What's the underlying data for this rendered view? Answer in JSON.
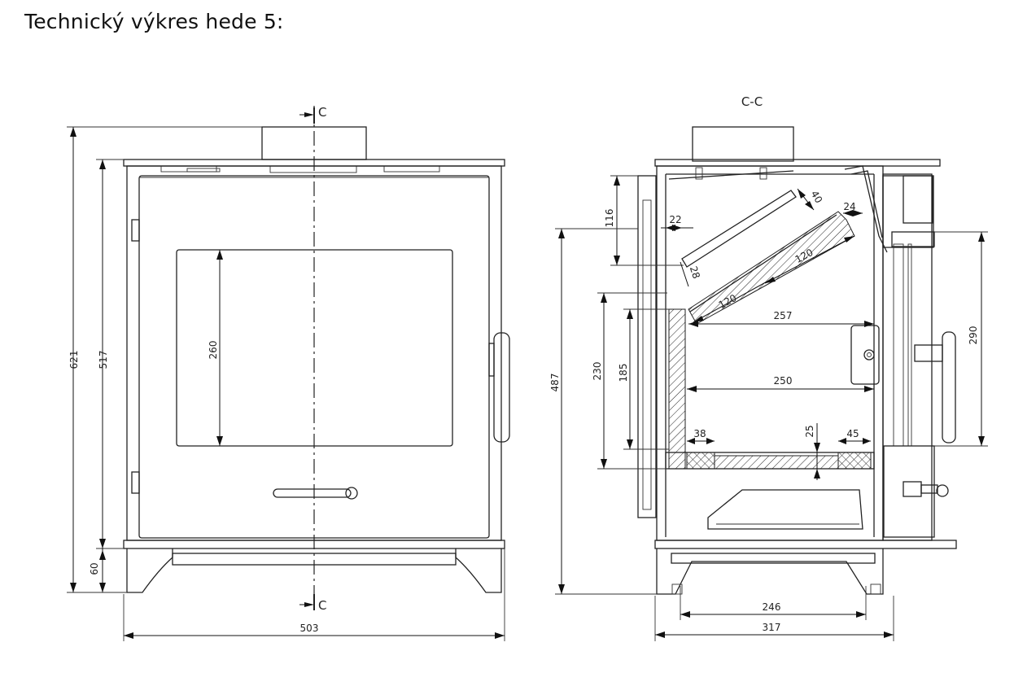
{
  "title": "Technický výkres hede 5:",
  "front_view": {
    "section_marker_top": "C",
    "section_marker_bottom": "C",
    "dimensions": {
      "overall_height": "621",
      "body_height": "517",
      "leg_height": "60",
      "glass_height": "260",
      "overall_width": "503"
    }
  },
  "section_view": {
    "section_label": "C-C",
    "dimensions": {
      "d116": "116",
      "d22": "22",
      "d40": "40",
      "d24": "24",
      "d28": "28",
      "d120a": "120",
      "d120b": "120",
      "d257": "257",
      "d487": "487",
      "d230": "230",
      "d185": "185",
      "d250": "250",
      "d290": "290",
      "d38": "38",
      "d25": "25",
      "d45": "45",
      "d246": "246",
      "d317": "317"
    }
  }
}
